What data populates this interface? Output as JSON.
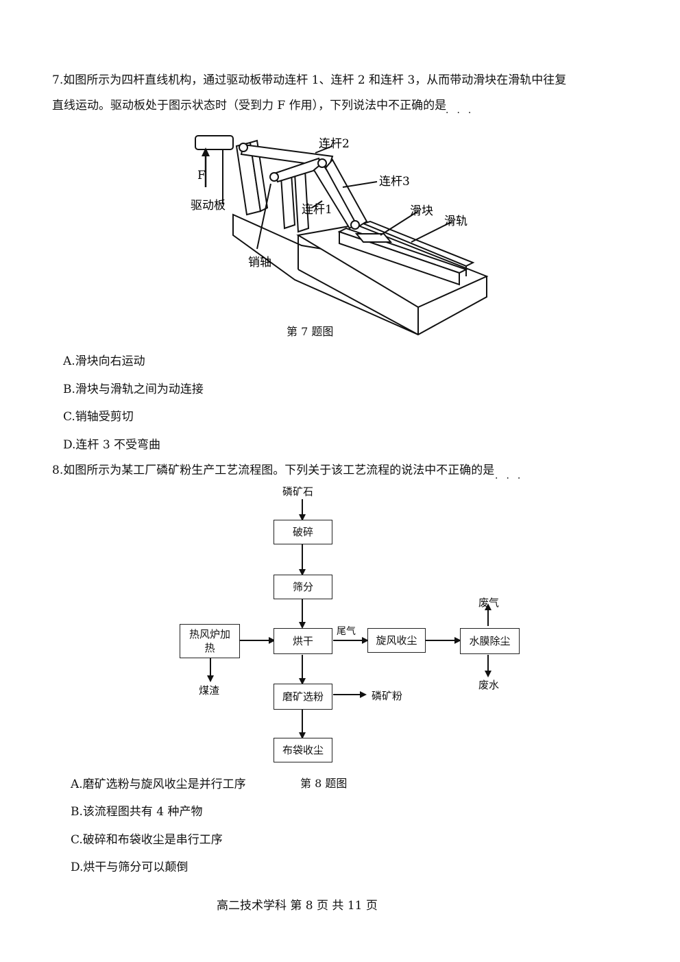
{
  "q7": {
    "line1": "7.如图所示为四杆直线机构，通过驱动板带动连杆 1、连杆 2 和连杆 3，从而带动滑块在滑轨中往复",
    "line2": "直线运动。驱动板处于图示状态时（受到力 F 作用），下列说法中不正确的是",
    "figure": {
      "label_link2": "连杆2",
      "label_link3": "连杆3",
      "label_link1": "连杆1",
      "label_slider": "滑块",
      "label_rail": "滑轨",
      "label_drive": "驱动板",
      "label_pin": "销轴",
      "label_force": "F"
    },
    "caption": "第 7 题图",
    "options": [
      "A.滑块向右运动",
      "B.滑块与滑轨之间为动连接",
      "C.销轴受剪切",
      "D.连杆 3 不受弯曲"
    ]
  },
  "q8": {
    "line1": "8.如图所示为某工厂磷矿粉生产工艺流程图。下列关于该工艺流程的说法中不正确的是",
    "flow": {
      "input": "磷矿石",
      "crush": "破碎",
      "screen": "筛分",
      "hotair": "热风炉加热",
      "dry": "烘干",
      "tail": "尾气",
      "cyclone": "旋风收尘",
      "water": "水膜除尘",
      "exhaust": "废气",
      "wastewater": "废水",
      "slag": "煤渣",
      "grind": "磨矿选粉",
      "powder": "磷矿粉",
      "bag": "布袋收尘"
    },
    "caption": "第 8 题图",
    "options": [
      "A.磨矿选粉与旋风收尘是并行工序",
      "B.该流程图共有 4 种产物",
      "C.破碎和布袋收尘是串行工序",
      "D.烘干与筛分可以颠倒"
    ]
  },
  "footer": "高二技术学科 第 8 页 共 11 页"
}
